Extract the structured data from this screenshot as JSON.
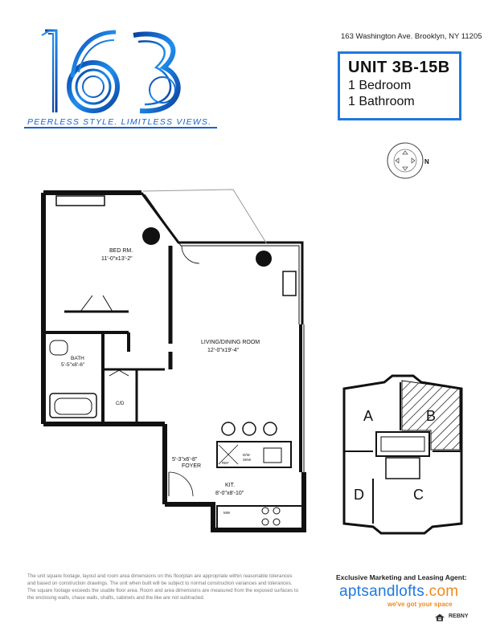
{
  "logo": {
    "number": "163"
  },
  "tagline": "PEERLESS STYLE. LIMITLESS VIEWS.",
  "address": "163 Washington Ave. Brooklyn, NY 11205",
  "unit": {
    "title": "UNIT 3B-15B",
    "bedrooms": "1 Bedroom",
    "bathrooms": "1 Bathroom"
  },
  "compass": {
    "north_label": "N"
  },
  "rooms": {
    "bedroom": {
      "name": "BED RM.",
      "dims": "11'-0\"x13'-2\""
    },
    "living": {
      "name": "LIVING/DINING ROOM",
      "dims": "12'-0\"x19'-4\""
    },
    "bath": {
      "name": "BATH",
      "dims": "5'-5\"x8'-6\""
    },
    "foyer": {
      "name": "FOYER",
      "dims": "5'-3\"x6'-8\""
    },
    "kitchen": {
      "name": "KIT.",
      "dims": "8'-0\"x8'-10\""
    },
    "closet_wd": "C/D",
    "sink": "SINK",
    "dishwasher": "D/W",
    "fridge": "REF",
    "dw_kit": "DW",
    "microwave": "MW"
  },
  "keyplan": {
    "units": [
      "A",
      "B",
      "C",
      "D"
    ],
    "highlight": "B"
  },
  "disclaimer": "The unit square footage, layout and room area dimensions on this floorplan are appropriate within reasonable tolerances and based on construction drawings. The unit when built will be subject to normal construction variances and tolerances. The square footage exceeds the usable floor area. Room and area dimensions are measured from the exposed surfaces to the enclosing walls, chase walls, shafts, cabinets and the like are not subtracted.",
  "agent": {
    "label": "Exclusive Marketing and Leasing Agent:",
    "name_part1": "aptsandlofts",
    "name_part2": ".com",
    "tagline": "we've got your space",
    "rebny": "REBNY"
  },
  "colors": {
    "brand_blue": "#1f78e0",
    "logo_blue": "#1a63c9",
    "agent_orange": "#f08a1c"
  }
}
